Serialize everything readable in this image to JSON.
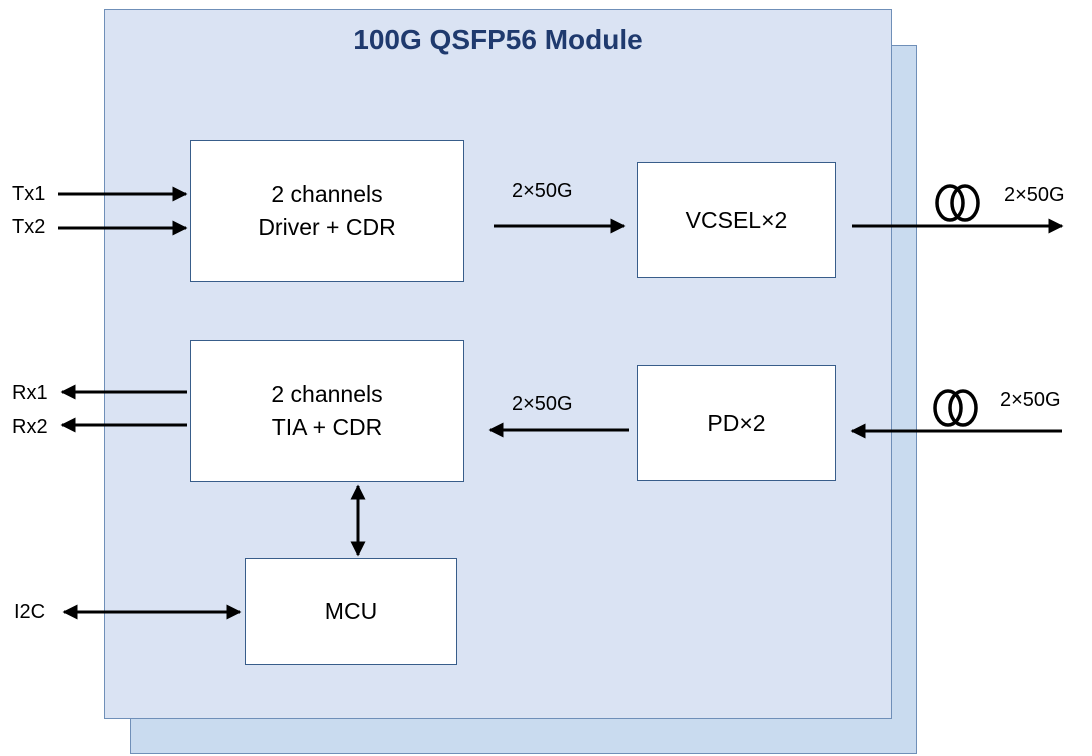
{
  "module": {
    "title": "100G QSFP56 Module"
  },
  "blocks": {
    "tx_chip": {
      "line1": "2 channels",
      "line2": "Driver + CDR"
    },
    "rx_chip": {
      "line1": "2 channels",
      "line2": "TIA + CDR"
    },
    "vcsel": {
      "label": "VCSEL×2"
    },
    "pd": {
      "label": "PD×2"
    },
    "mcu": {
      "label": "MCU"
    }
  },
  "signals": {
    "tx1": "Tx1",
    "tx2": "Tx2",
    "rx1": "Rx1",
    "rx2": "Rx2",
    "i2c": "I2C",
    "tx_internal_rate": "2×50G",
    "rx_internal_rate": "2×50G",
    "tx_optical_rate": "2×50G",
    "rx_optical_rate": "2×50G"
  },
  "colors": {
    "panel_fill": "#dae3f3",
    "shadow_fill": "#c9dbef",
    "panel_border": "#6f8fb8",
    "title_color": "#1f3a6e",
    "block_border": "#385d8a"
  }
}
